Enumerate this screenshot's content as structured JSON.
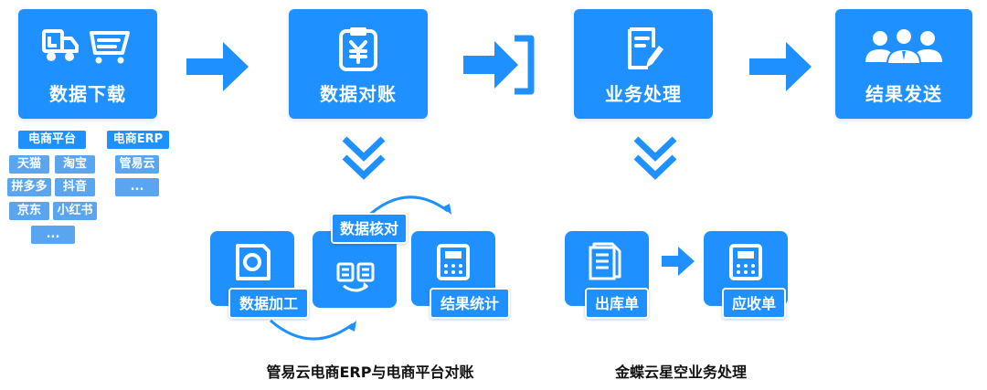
{
  "steps": [
    {
      "label": "数据下载",
      "icon": "truck-cart-icon"
    },
    {
      "label": "数据对账",
      "icon": "yen-clipboard-icon"
    },
    {
      "label": "业务处理",
      "icon": "document-edit-icon"
    },
    {
      "label": "结果发送",
      "icon": "people-group-icon"
    }
  ],
  "sources": {
    "ecommerce": {
      "header": "电商平台",
      "items": [
        "天猫",
        "淘宝",
        "拼多多",
        "抖音",
        "京东",
        "小红书",
        "..."
      ]
    },
    "erp": {
      "header": "电商ERP",
      "items": [
        "管易云",
        "..."
      ]
    }
  },
  "reconcile": {
    "process_label": "数据加工",
    "check_label": "数据核对",
    "result_label": "结果统计",
    "caption": "管易云电商ERP与电商平台对账"
  },
  "business": {
    "outbound_label": "出库单",
    "receivable_label": "应收单",
    "caption": "金蝶云星空业务处理"
  },
  "colors": {
    "primary": "#1e90ff",
    "primary_light": "#5aa5f0",
    "text_dark": "#111111"
  }
}
